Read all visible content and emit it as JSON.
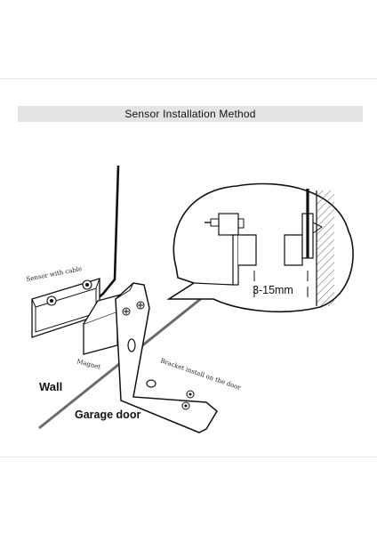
{
  "title": "Sensor Installation Method",
  "labels": {
    "sensor_with_cable": "Sensor with cable",
    "magnet": "Magnet",
    "bracket": "Bracket install on the door",
    "wall": "Wall",
    "garage_door": "Garage door",
    "gap_range": "3-15mm"
  },
  "colors": {
    "title_bar": "#e4e4e4",
    "line": "#111111",
    "hatch": "#555555"
  }
}
